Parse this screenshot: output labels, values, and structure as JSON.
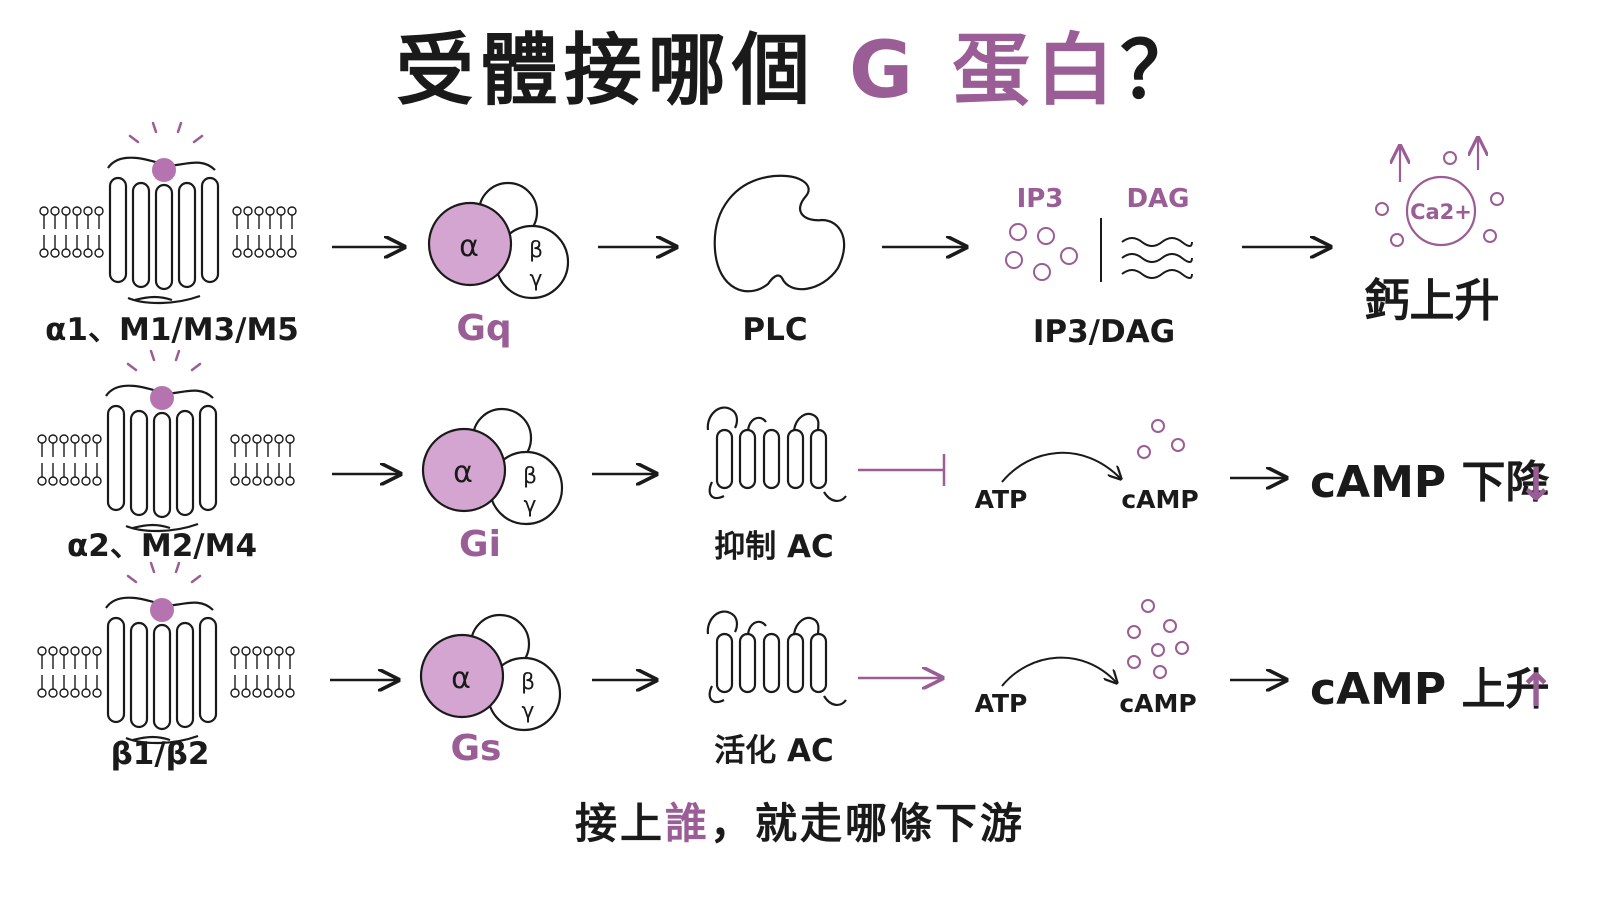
{
  "title": {
    "prefix": "受體接哪個",
    "highlight": "G 蛋白",
    "suffix": "？"
  },
  "colors": {
    "accent": "#9b5d95",
    "accent_fill": "#d4a5d0",
    "ink": "#1a1a1a"
  },
  "rows": [
    {
      "receptor_label": "α1、M1/M3/M5",
      "g_protein": {
        "label": "Gq",
        "alpha": "α",
        "beta": "β",
        "gamma": "γ"
      },
      "effector": "PLC",
      "messenger": {
        "ip3": "IP3",
        "dag": "DAG",
        "label": "IP3/DAG"
      },
      "result": {
        "ion": "Ca2+",
        "label": "鈣上升"
      }
    },
    {
      "receptor_label": "α2、M2/M4",
      "g_protein": {
        "label": "Gi",
        "alpha": "α",
        "beta": "β",
        "gamma": "γ"
      },
      "effector": "抑制 AC",
      "messenger": {
        "from": "ATP",
        "to": "cAMP"
      },
      "result": {
        "label": "cAMP 下降",
        "arrow": "↓"
      }
    },
    {
      "receptor_label": "β1/β2",
      "g_protein": {
        "label": "Gs",
        "alpha": "α",
        "beta": "β",
        "gamma": "γ"
      },
      "effector": "活化 AC",
      "messenger": {
        "from": "ATP",
        "to": "cAMP"
      },
      "result": {
        "label": "cAMP 上升",
        "arrow": "↑"
      }
    }
  ],
  "footer": {
    "prefix": "接上",
    "highlight": "誰",
    "suffix": "，就走哪條下游"
  }
}
